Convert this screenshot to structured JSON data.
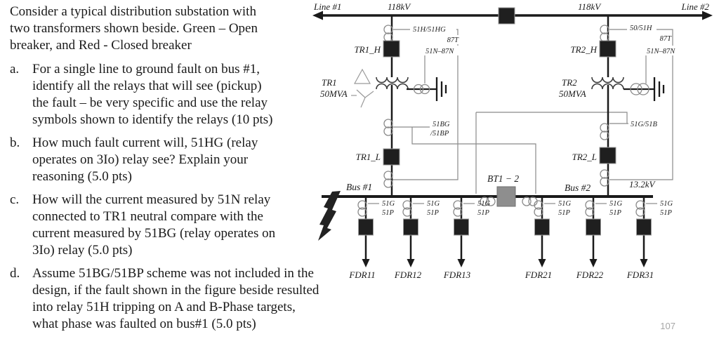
{
  "questions": {
    "intro": "Consider a typical distribution substation with\ntwo transformers shown beside. Green – Open\nbreaker, and Red - Closed breaker",
    "items": [
      {
        "letter": "a.",
        "text": "For a single line to ground fault on bus #1,\nidentify all the relays that will see (pickup)\nthe fault – be very specific and use the relay\nsymbols shown to identify the relays (10 pts)"
      },
      {
        "letter": "b.",
        "text": "How much fault current will, 51HG (relay\noperates on 3Io) relay see? Explain your\nreasoning (5.0 pts)"
      },
      {
        "letter": "c.",
        "text": "How will the current measured by 51N relay\nconnected to TR1 neutral compare with the\ncurrent measured by 51BG (relay operates on\n3Io) relay (5.0 pts)"
      },
      {
        "letter": "d.",
        "text": "Assume 51BG/51BP scheme was not included in the\ndesign, if the fault shown in the figure beside resulted\ninto relay 51H tripping on A and B-Phase targets,\nwhat phase was faulted on bus#1 (5.0 pts)"
      }
    ]
  },
  "diagram": {
    "line1": "Line #1",
    "line2": "Line #2",
    "hv_left": "118kV",
    "hv_right": "118kV",
    "tr1": {
      "ct_relay": "51H/51HG",
      "diff": "87T",
      "neutral_diff": "51N–87N",
      "hv_breaker": "TR1_H",
      "name": "TR1",
      "rating": "50MVA",
      "bus_relay_1": "51BG",
      "bus_relay_2": "/51BP",
      "lv_breaker": "TR1_L"
    },
    "tr2": {
      "ct_relay": "50/51H",
      "diff": "87T",
      "neutral_diff": "51N–87N",
      "hv_breaker": "TR2_H",
      "name": "TR2",
      "rating": "50MVA",
      "bus_relay": "51G/51B",
      "lv_breaker": "TR2_L"
    },
    "bus1": "Bus #1",
    "bus2": "Bus #2",
    "bus_tie": "BT1 − 2",
    "lv_voltage": "13.2kV",
    "feeder_relay_g": "51G",
    "feeder_relay_p": "51P",
    "feeders": [
      "FDR11",
      "FDR12",
      "FDR13",
      "FDR21",
      "FDR22",
      "FDR31"
    ]
  },
  "page_number": "107"
}
